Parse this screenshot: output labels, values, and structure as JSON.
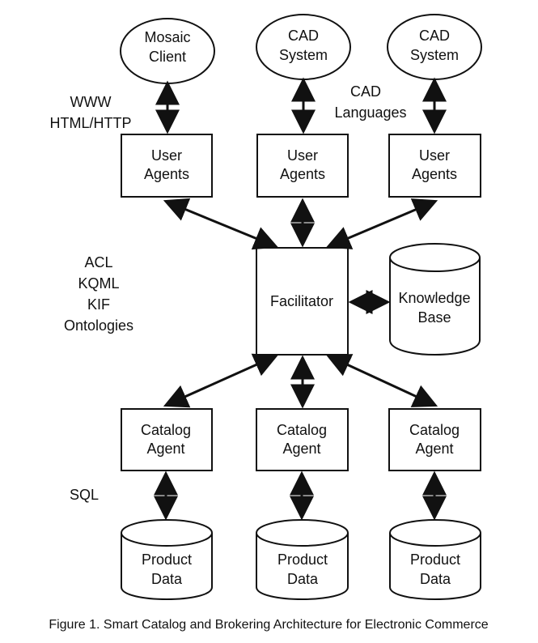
{
  "diagram": {
    "top_nodes": [
      {
        "line1": "Mosaic",
        "line2": "Client"
      },
      {
        "line1": "CAD",
        "line2": "System"
      },
      {
        "line1": "CAD",
        "line2": "System"
      }
    ],
    "user_agents": [
      {
        "line1": "User",
        "line2": "Agents"
      },
      {
        "line1": "User",
        "line2": "Agents"
      },
      {
        "line1": "User",
        "line2": "Agents"
      }
    ],
    "facilitator": "Facilitator",
    "knowledge_base": {
      "line1": "Knowledge",
      "line2": "Base"
    },
    "catalog_agents": [
      {
        "line1": "Catalog",
        "line2": "Agent"
      },
      {
        "line1": "Catalog",
        "line2": "Agent"
      },
      {
        "line1": "Catalog",
        "line2": "Agent"
      }
    ],
    "product_data": [
      {
        "line1": "Product",
        "line2": "Data"
      },
      {
        "line1": "Product",
        "line2": "Data"
      },
      {
        "line1": "Product",
        "line2": "Data"
      }
    ],
    "labels": {
      "www_line1": "WWW",
      "www_line2": "HTML/HTTP",
      "cad_line1": "CAD",
      "cad_line2": "Languages",
      "acl": "ACL",
      "kqml": "KQML",
      "kif": "KIF",
      "ontologies": "Ontologies",
      "sql": "SQL"
    }
  },
  "caption": "Figure 1.  Smart Catalog and Brokering Architecture for Electronic Commerce"
}
